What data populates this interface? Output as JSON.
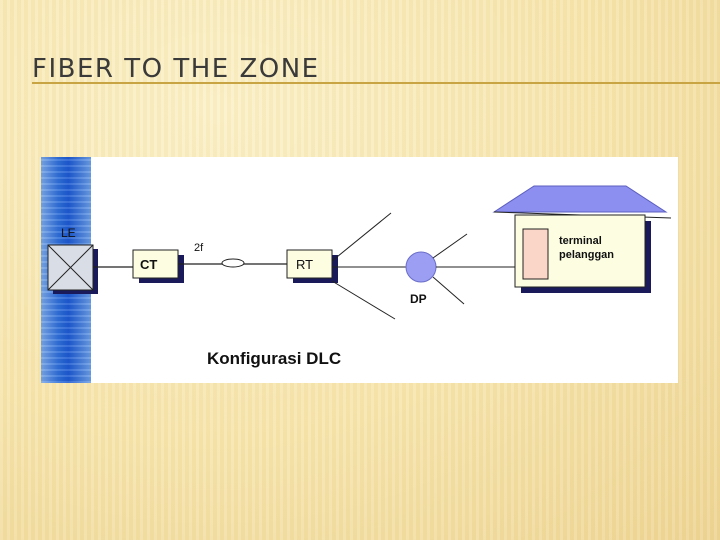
{
  "slide": {
    "title": "FIBER TO THE ZONE"
  },
  "diagram": {
    "le_label": "LE",
    "ct_label": "CT",
    "fiber_label": "2f",
    "rt_label": "RT",
    "dp_label": "DP",
    "terminal_line1": "terminal",
    "terminal_line2": "pelanggan",
    "caption": "Konfigurasi DLC"
  }
}
